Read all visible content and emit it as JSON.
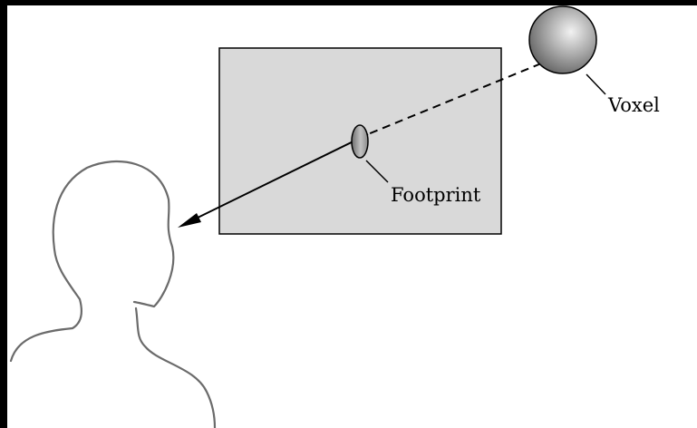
{
  "diagram": {
    "labels": {
      "voxel": "Voxel",
      "footprint": "Footprint"
    },
    "colors": {
      "frame": "#000000",
      "paper": "#ffffff",
      "image_plane": "#d9d9d9",
      "outline": "#000000",
      "head_outline": "#6b6b6b",
      "voxel_highlight": "#f2f2f2",
      "voxel_shadow": "#6a6a6a"
    },
    "elements": [
      "image-plane",
      "voxel-sphere",
      "projection-ray",
      "footprint-ellipse",
      "viewer-silhouette"
    ]
  }
}
